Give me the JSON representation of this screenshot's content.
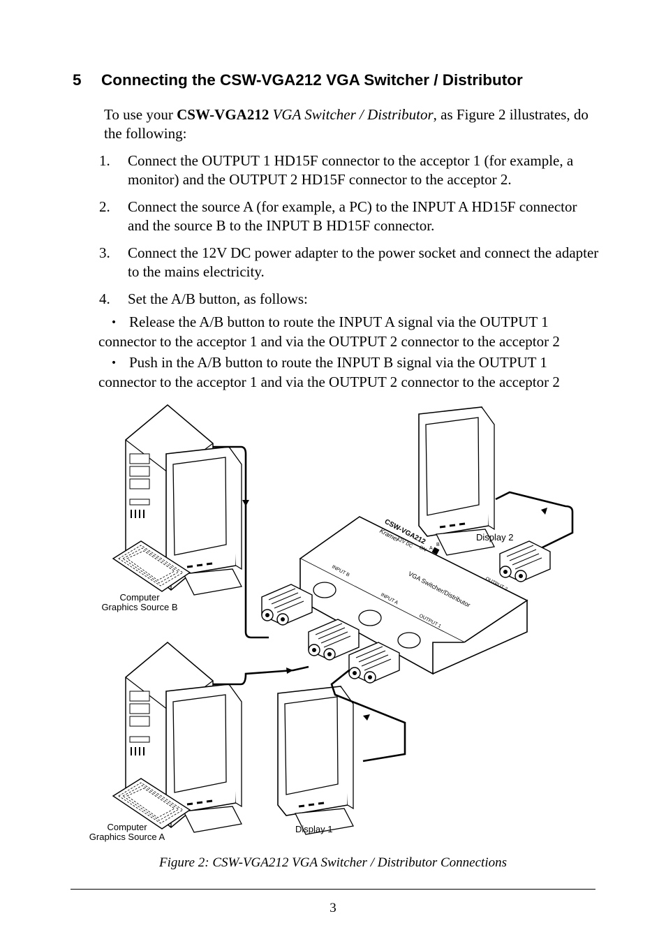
{
  "section": {
    "number": "5",
    "title": "Connecting the CSW-VGA212 VGA Switcher / Distributor"
  },
  "intro": {
    "lead": "To use your ",
    "product_bold": "CSW-VGA212",
    "product_italic": "VGA Switcher / Distributor",
    "rest": ", as Figure 2 illustrates, do the following:"
  },
  "steps": [
    {
      "num": "1.",
      "text": "Connect the OUTPUT 1 HD15F connector to the acceptor 1 (for example, a monitor) and the OUTPUT 2 HD15F connector to the acceptor 2."
    },
    {
      "num": "2.",
      "text": "Connect the source A (for example, a PC) to the INPUT A HD15F connector and the source B to the INPUT B HD15F connector."
    },
    {
      "num": "3.",
      "text": "Connect the 12V DC power adapter to the power socket and connect the adapter to the mains electricity."
    },
    {
      "num": "4.",
      "text": "Set the A/B button, as follows:"
    }
  ],
  "bullets": [
    {
      "symbol": "•",
      "line1": "Release the A/B button to route the INPUT A signal via the OUTPUT 1",
      "line2": "connector to the acceptor 1 and via the OUTPUT 2 connector to the acceptor 2"
    },
    {
      "symbol": "•",
      "line1": "Push in the A/B button to route the INPUT B signal via the OUTPUT 1",
      "line2": "connector to the acceptor 1 and via the OUTPUT 2 connector to the acceptor 2"
    }
  ],
  "figure": {
    "labels": {
      "source_b_line1": "Computer",
      "source_b_line2": "Graphics Source B",
      "source_a_line1": "Computer",
      "source_a_line2": "Graphics Source A",
      "display1": "Display 1",
      "display2": "Display 2"
    },
    "device": {
      "model": "CSW-VGA212",
      "subtitle": "VGA Switcher/Distributor",
      "brand": "Kramer",
      "input_b": "INPUT B",
      "input_a": "INPUT A",
      "output_1": "OUTPUT 1",
      "output_2": "OUTPUT 2",
      "power": "12V DC",
      "on": "ON",
      "a": "A",
      "b": "B"
    },
    "caption": "Figure 2: CSW-VGA212 VGA Switcher / Distributor Connections"
  },
  "footer": {
    "page_number": "3"
  }
}
